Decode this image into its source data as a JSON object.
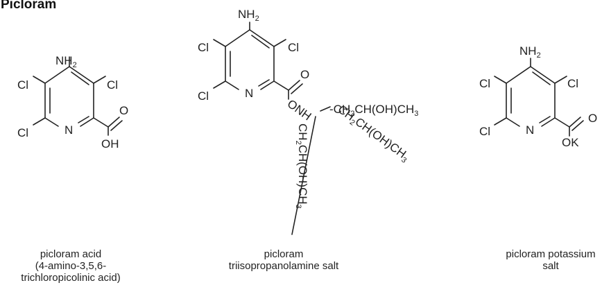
{
  "title": "Picloram",
  "atoms": {
    "nh": "NH",
    "two": "2",
    "three": "3",
    "cl": "Cl",
    "n": "N",
    "o": "O",
    "oh": "OH",
    "ok": "OK",
    "onh": "ONH"
  },
  "chains": {
    "right": "-CH",
    "right_rest": "CH(OH)CH",
    "diag": "CH",
    "diag_rest": "CH(OH)CH",
    "down": "CH",
    "down_rest": "CH(OH)CH"
  },
  "captions": {
    "acid_l1": "picloram acid",
    "acid_l2": "(4-amino-3,5,6-",
    "acid_l3": "trichloropicolinic acid)",
    "tipa_l1": "picloram",
    "tipa_l2": "triisopropanolamine salt",
    "k_l1": "picloram potassium",
    "k_l2": "salt"
  }
}
